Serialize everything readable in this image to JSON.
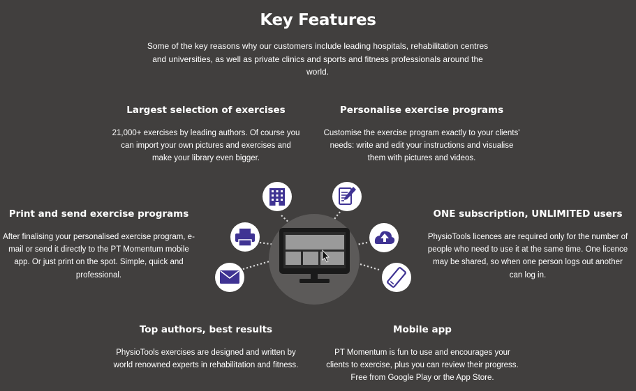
{
  "header": {
    "title": "Key Features",
    "intro": "Some of the key reasons why our customers include leading hospitals, rehabilitation centres and universities, as well as private clinics and sports and fitness professionals around the world."
  },
  "features": {
    "largest_selection": {
      "title": "Largest selection of exercises",
      "text": "21,000+ exercises by leading authors. Of course you can import your own pictures and exercises and make your library even bigger."
    },
    "personalise": {
      "title": "Personalise exercise programs",
      "text": "Customise the exercise program exactly to your clients' needs: write and edit your instructions and visualise them with pictures and videos."
    },
    "print_send": {
      "title": "Print and send exercise programs",
      "text": "After finalising your personalised exercise program, e-mail or send it directly to the PT Momentum mobile app. Or just print on the spot. Simple, quick and professional."
    },
    "one_subscription": {
      "title": "ONE subscription, UNLIMITED users",
      "text": "PhysioTools licences are required only for the number of people who need to use it at the same time. One licence may be shared, so when one person logs out another can log in."
    },
    "top_authors": {
      "title": "Top authors, best results",
      "text": "PhysioTools exercises are designed and written by world renowned experts in rehabilitation and fitness."
    },
    "mobile_app": {
      "title": "Mobile app",
      "text": "PT Momentum is fun to use and encourages your clients to exercise, plus you can review their progress. Free from Google Play or the App Store."
    }
  },
  "illustration": {
    "icons": [
      "building-icon",
      "edit-document-icon",
      "cloud-upload-icon",
      "mobile-phone-icon",
      "printer-icon",
      "envelope-icon",
      "computer-monitor-icon",
      "cursor-icon"
    ],
    "colors": {
      "background": "#413f3e",
      "icon_circle": "#ffffff",
      "icon_accent": "#3f3393",
      "monitor_backdrop": "#5c5a59",
      "monitor": "#1a1a1a",
      "screen_panels": "#9a9a9a"
    }
  }
}
